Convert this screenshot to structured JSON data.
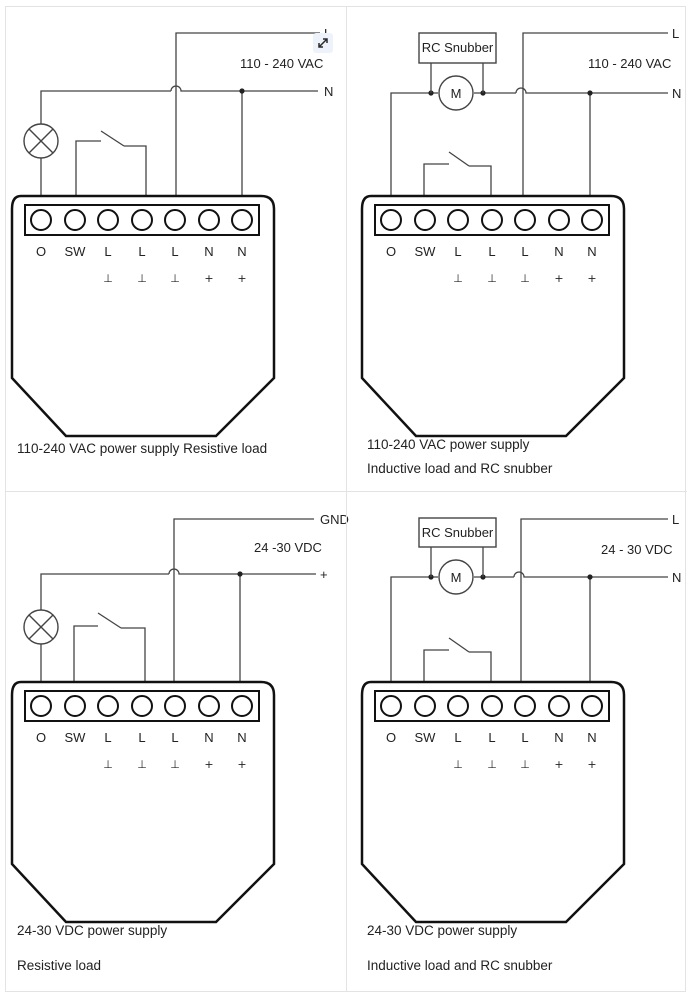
{
  "panels": [
    {
      "id": "ac-resistive",
      "wire_labels": {
        "supply": "110 - 240 VAC",
        "top": "L",
        "bottom": "N"
      },
      "snubber": "",
      "motor": "",
      "terminals": [
        "O",
        "SW",
        "L",
        "L",
        "L",
        "N",
        "N"
      ],
      "symbols": [
        "",
        "",
        "⊥",
        "⊥",
        "⊥",
        "+",
        "+"
      ],
      "caption_lines": [
        "110-240 VAC power supply Resistive load"
      ]
    },
    {
      "id": "ac-inductive",
      "wire_labels": {
        "supply": "110 - 240 VAC",
        "top": "L",
        "bottom": "N"
      },
      "snubber": "RC Snubber",
      "motor": "M",
      "terminals": [
        "O",
        "SW",
        "L",
        "L",
        "L",
        "N",
        "N"
      ],
      "symbols": [
        "",
        "",
        "⊥",
        "⊥",
        "⊥",
        "+",
        "+"
      ],
      "caption_lines": [
        "110-240 VAC power supply",
        "Inductive load and RC snubber"
      ]
    },
    {
      "id": "dc-resistive",
      "wire_labels": {
        "supply": "24 -30 VDC",
        "top": "GND",
        "bottom": "+"
      },
      "snubber": "",
      "motor": "",
      "terminals": [
        "O",
        "SW",
        "L",
        "L",
        "L",
        "N",
        "N"
      ],
      "symbols": [
        "",
        "",
        "⊥",
        "⊥",
        "⊥",
        "+",
        "+"
      ],
      "caption_lines": [
        "24-30 VDC power supply",
        "Resistive load"
      ]
    },
    {
      "id": "dc-inductive",
      "wire_labels": {
        "supply": "24 - 30 VDC",
        "top": "L",
        "bottom": "N"
      },
      "snubber": "RC Snubber",
      "motor": "M",
      "terminals": [
        "O",
        "SW",
        "L",
        "L",
        "L",
        "N",
        "N"
      ],
      "symbols": [
        "",
        "",
        "⊥",
        "⊥",
        "⊥",
        "+",
        "+"
      ],
      "caption_lines": [
        "24-30 VDC power supply",
        "Inductive load and RC snubber"
      ]
    }
  ],
  "icons": {
    "expand": "expand-icon",
    "lamp": "lamp-icon",
    "switch": "switch-icon",
    "motor": "motor-icon"
  }
}
